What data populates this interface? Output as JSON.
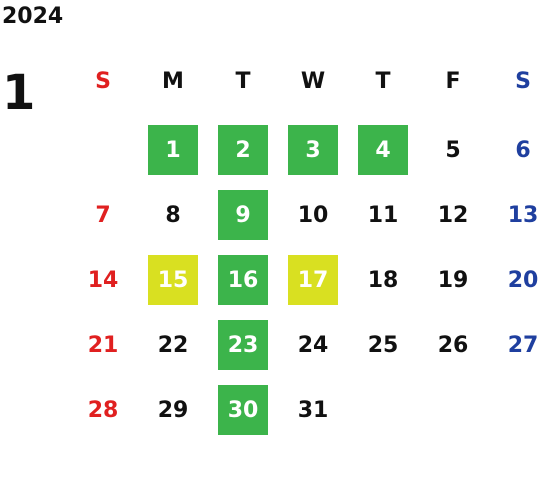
{
  "calendar": {
    "year": "2024",
    "month": "1",
    "weekdays": [
      "S",
      "M",
      "T",
      "W",
      "T",
      "F",
      "S"
    ],
    "weeks": [
      [
        "",
        "1",
        "2",
        "3",
        "4",
        "5",
        "6"
      ],
      [
        "7",
        "8",
        "9",
        "10",
        "11",
        "12",
        "13"
      ],
      [
        "14",
        "15",
        "16",
        "17",
        "18",
        "19",
        "20"
      ],
      [
        "21",
        "22",
        "23",
        "24",
        "25",
        "26",
        "27"
      ],
      [
        "28",
        "29",
        "30",
        "31",
        "",
        "",
        ""
      ]
    ],
    "highlights": {
      "green": [
        "1",
        "2",
        "3",
        "4",
        "9",
        "16",
        "23",
        "30"
      ],
      "yellow": [
        "15",
        "17"
      ]
    }
  },
  "colors": {
    "sunday": "#e02020",
    "saturday": "#1f3f9f",
    "highlight_green": "#3cb44b",
    "highlight_yellow": "#d9e021",
    "text": "#111111"
  }
}
